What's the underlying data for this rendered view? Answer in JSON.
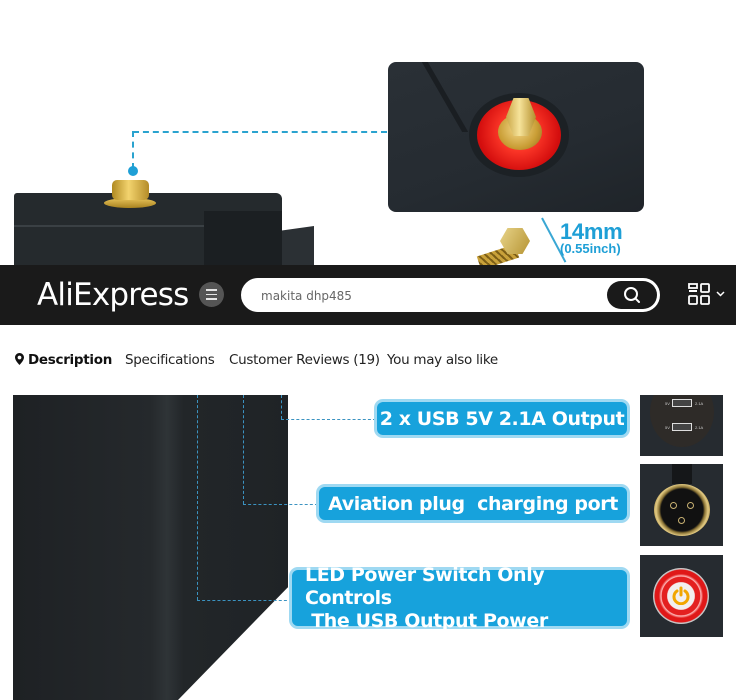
{
  "top_image": {
    "measure_value": "14mm",
    "measure_imperial": "(0.55inch)",
    "colors": {
      "callout": "#1e9fd6",
      "terminal_red": "#d40e0e",
      "brass": "#e9c45a",
      "battery": "#252a2d"
    }
  },
  "header": {
    "logo_text": "AliExpress",
    "menu_icon": "hamburger-icon",
    "search": {
      "value": "makita dhp485",
      "placeholder": ""
    },
    "search_icon": "search-icon",
    "qr_icon": "qr-code-icon",
    "dropdown_icon": "chevron-down-icon",
    "background": "#1a1a1a"
  },
  "tabs": [
    {
      "label": "Description",
      "active": true,
      "icon": "location-pin-icon"
    },
    {
      "label": "Specifications",
      "active": false
    },
    {
      "label": "Customer Reviews (19)",
      "active": false
    },
    {
      "label": "You may also like",
      "active": false
    }
  ],
  "bottom_image": {
    "callouts": [
      {
        "text": "2 x USB 5V 2.1A Output"
      },
      {
        "text": "Aviation plug  charging port"
      },
      {
        "line1": "LED Power Switch Only Controls",
        "line2": " The USB Output Power"
      }
    ],
    "usb_labels": {
      "left": "5V",
      "right": "2.1A"
    },
    "colors": {
      "callout_bg": "#17a2dc",
      "callout_border": "#9fd9f2"
    }
  }
}
